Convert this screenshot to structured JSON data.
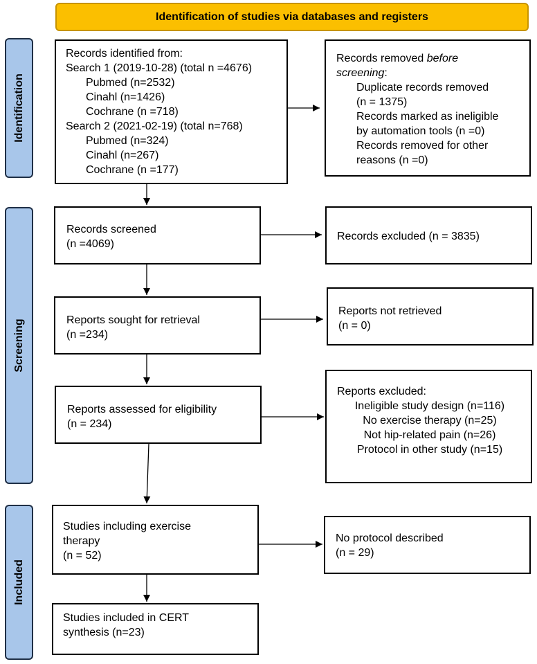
{
  "header": "Identification of studies via databases and registers",
  "phases": {
    "identification": "Identification",
    "screening": "Screening",
    "included": "Included"
  },
  "identified": {
    "title": "Records identified from:",
    "search1": "Search 1 (2019-10-28) (total n =4676)",
    "search1_items": [
      "Pubmed (n=2532)",
      "Cinahl (n=1426)",
      "Cochrane (n =718)"
    ],
    "search2": "Search 2 (2021-02-19) (total n=768)",
    "search2_items": [
      "Pubmed (n=324)",
      "Cinahl (n=267)",
      "Cochrane (n =177)"
    ]
  },
  "removed": {
    "title_prefix": "Records removed ",
    "title_italic": "before screening",
    "title_suffix": ":",
    "items": [
      "Duplicate records removed",
      "(n = 1375)",
      "Records marked as ineligible",
      "by automation tools (n =0)",
      "Records removed for other",
      "reasons (n =0)"
    ]
  },
  "screened": {
    "line1": "Records screened",
    "line2": "(n =4069)"
  },
  "excluded": "Records excluded (n = 3835)",
  "sought": {
    "line1": "Reports sought for retrieval",
    "line2": "(n =234)"
  },
  "not_retrieved": {
    "line1": "Reports not retrieved",
    "line2": "(n = 0)"
  },
  "assessed": {
    "line1": "Reports assessed for eligibility",
    "line2": "(n = 234)"
  },
  "reports_excluded": {
    "title": "Reports excluded:",
    "items": [
      "Ineligible study design (n=116)",
      "No exercise therapy (n=25)",
      "Not hip-related pain (n=26)",
      "Protocol in other study (n=15)"
    ]
  },
  "exercise": {
    "line1": "Studies including exercise",
    "line2": "therapy",
    "line3": "(n = 52)"
  },
  "no_protocol": {
    "line1": "No protocol described",
    "line2": "(n = 29)"
  },
  "cert": {
    "line1": "Studies included in CERT",
    "line2": "synthesis (n=23)"
  }
}
